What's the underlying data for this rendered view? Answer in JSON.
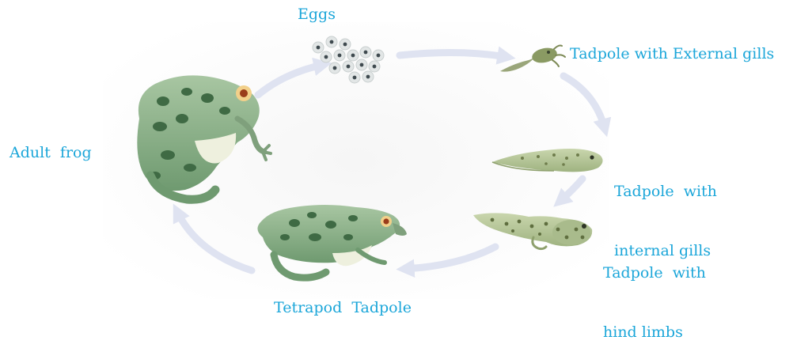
{
  "diagram": {
    "stages": {
      "eggs": "Eggs",
      "external_gills": "Tadpole with External gills",
      "internal_gills": [
        "Tadpole  with",
        "internal gills"
      ],
      "hind_limbs": [
        "Tadpole  with",
        "hind limbs"
      ],
      "tetrapod": "Tetrapod  Tadpole",
      "adult": "Adult  frog"
    },
    "colors": {
      "label": "#1ba6d9",
      "arrow": "#dfe3f1",
      "frog_body": "#8fb48c",
      "frog_dark": "#4f7a52",
      "frog_belly": "#eef0de",
      "tadpole": "#b7c79a"
    }
  }
}
